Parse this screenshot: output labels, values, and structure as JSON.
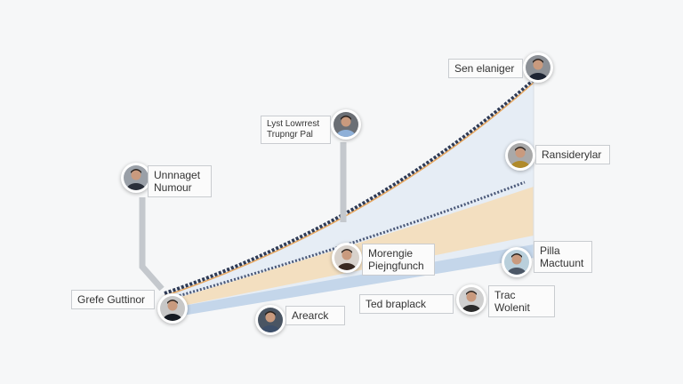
{
  "people": [
    {
      "id": "p1",
      "lines": [
        "Unnnaget",
        "Numour"
      ],
      "shirt": "#2a2f3a",
      "bg": "#9aa0a8"
    },
    {
      "id": "p2",
      "lines": [
        "Lyst Lowrrest",
        "Trupngr Pal"
      ],
      "shirt": "#8fb0d8",
      "bg": "#6b6f75"
    },
    {
      "id": "p3",
      "lines": [
        "Sen elaniger"
      ],
      "shirt": "#1d2433",
      "bg": "#8c9096"
    },
    {
      "id": "p4",
      "lines": [
        "Ransiderylar"
      ],
      "shirt": "#b08a2a",
      "bg": "#a9a9a9"
    },
    {
      "id": "p5",
      "lines": [
        "Morengie",
        "Piejngfunch"
      ],
      "shirt": "#3a2a22",
      "bg": "#d8d2cc"
    },
    {
      "id": "p6",
      "lines": [
        "Grefe Guttinor"
      ],
      "shirt": "#151a22",
      "bg": "#c7c7c7"
    },
    {
      "id": "p7",
      "lines": [
        "Arearck"
      ],
      "shirt": "#3d4f6a",
      "bg": "#4a5563"
    },
    {
      "id": "p8",
      "lines": [
        "Pilla",
        "Mactuunt"
      ],
      "shirt": "#4c5766",
      "bg": "#b9cfdb"
    },
    {
      "id": "p9",
      "lines": [
        "Ted braplack"
      ],
      "shirt": "#fff",
      "bg": "#d0d0d0"
    },
    {
      "id": "p10",
      "lines": [
        "Trac",
        "Wolenit"
      ],
      "shirt": "#2b2b2b",
      "bg": "#cfcfcf"
    }
  ],
  "colors": {
    "curve": "#2e3a55",
    "band_orange": "#f4d7ad",
    "band_blue": "#c6d7ea",
    "fill": "#e4ebf3"
  }
}
